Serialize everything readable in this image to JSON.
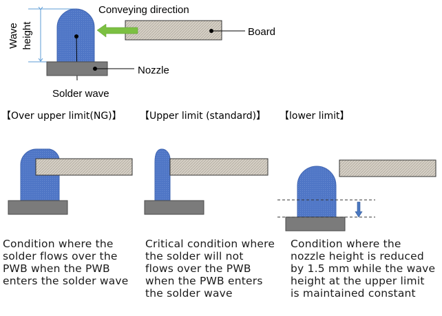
{
  "colors": {
    "wave": "#4d74c4",
    "board": "#d3cdc2",
    "nozzle": "#7b7b7b",
    "arrow": "#7cc042",
    "dim": "#5b9bd5"
  },
  "top_diagram": {
    "conveying_direction": "Conveying direction",
    "board": "Board",
    "nozzle": "Nozzle",
    "solder_wave": "Solder wave",
    "wave_height_line1": "Wave",
    "wave_height_line2": "height"
  },
  "panels": [
    {
      "heading": "【Over upper limit(NG)】",
      "caption": [
        "Condition where the",
        "solder flows over the",
        "PWB when the PWB",
        "enters the solder wave"
      ]
    },
    {
      "heading": "【Upper limit (standard)】",
      "caption": [
        "Critical condition where",
        "the solder will not",
        "flows over the PWB",
        "when the PWB enters",
        "the solder wave"
      ]
    },
    {
      "heading": "【lower limit】",
      "caption": [
        "Condition where the",
        "nozzle height is reduced",
        "by 1.5 mm while the wave",
        "height at the upper limit",
        "is maintained constant"
      ]
    }
  ]
}
